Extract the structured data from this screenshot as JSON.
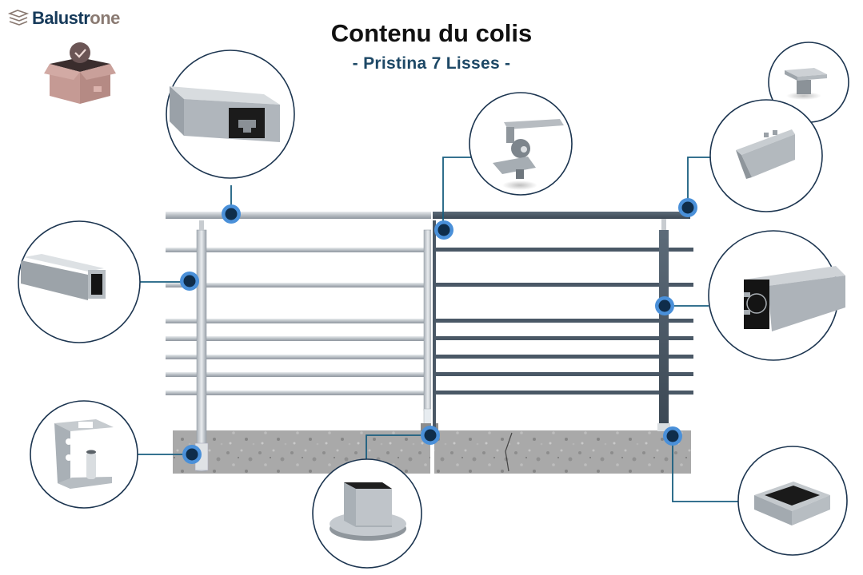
{
  "brand": {
    "name_part1": "Balustr",
    "name_part2": "one",
    "icon": "balustrone-logo-icon"
  },
  "package_icon": "open-box-check-icon",
  "title": "Contenu du colis",
  "subtitle": "- Pristina 7 Lisses -",
  "product": {
    "model": "Pristina",
    "rail_count": 7,
    "finishes": [
      "aluminium-brut",
      "gris-anthracite"
    ]
  },
  "colors": {
    "accent_dot": "#4a90d9",
    "dot_core": "#0f2d4a",
    "callout_line": "#1a5f80",
    "circle_border": "#1c3550",
    "left_finish": "#c8cdd2",
    "right_finish": "#4a5866",
    "title": "#111111",
    "subtitle": "#1d4866"
  },
  "components": [
    {
      "id": "main-courante",
      "icon": "handrail-profile-icon"
    },
    {
      "id": "support-main-courante-orientable",
      "icon": "swivel-handrail-bracket-icon"
    },
    {
      "id": "embout-main-courante",
      "icon": "handrail-end-cap-icon"
    },
    {
      "id": "embout-lisse",
      "icon": "rail-end-cap-icon"
    },
    {
      "id": "lisse",
      "icon": "square-tube-rail-icon"
    },
    {
      "id": "poteau",
      "icon": "post-profile-icon"
    },
    {
      "id": "platine-laterale",
      "icon": "side-mount-bracket-icon"
    },
    {
      "id": "platine-sol",
      "icon": "floor-mount-base-icon"
    },
    {
      "id": "cache-platine",
      "icon": "base-cover-icon"
    }
  ]
}
